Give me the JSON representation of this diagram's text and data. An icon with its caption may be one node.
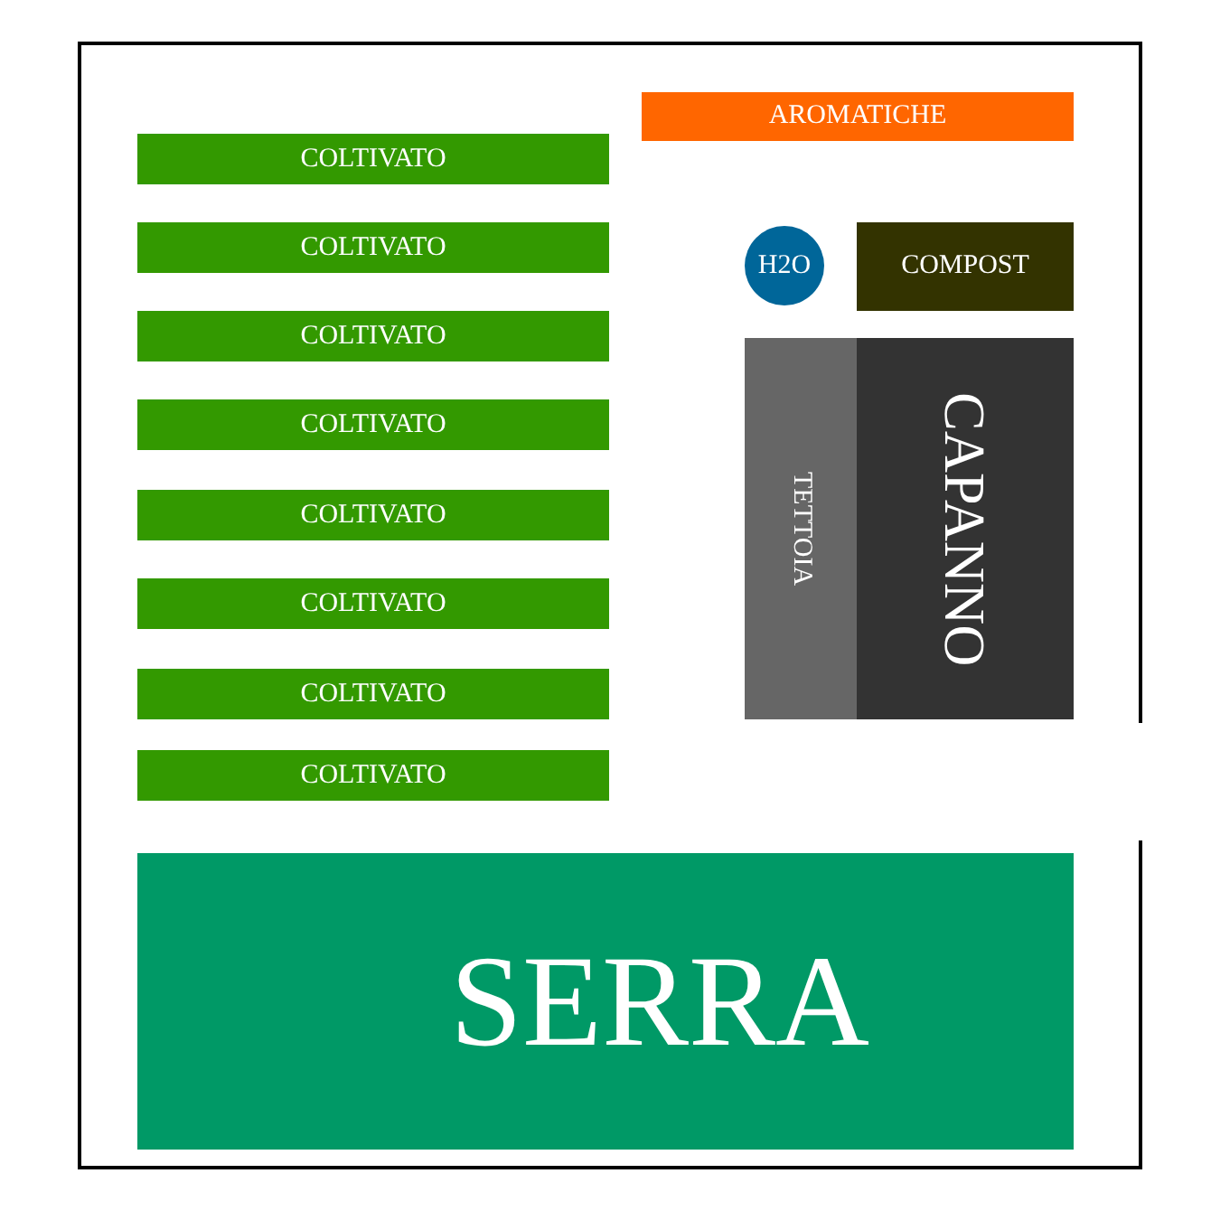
{
  "diagram": {
    "nodes": [
      {
        "text": [
          "AROMATICHE"
        ]
      },
      {
        "text": [
          "COLTIVATO"
        ]
      },
      {
        "text": [
          "H2O"
        ]
      },
      {
        "text": [
          "COMPOST"
        ]
      },
      {
        "text": [
          "COLTIVATO"
        ]
      },
      {
        "text": [
          "COLTIVATO"
        ]
      },
      {
        "text": [
          "TETTOIA"
        ]
      },
      {
        "text": [
          "CAPANNO"
        ]
      },
      {
        "text": [
          "COLTIVATO"
        ]
      },
      {
        "text": [
          "COLTIVATO"
        ]
      },
      {
        "text": [
          "COLTIVATO"
        ]
      },
      {
        "text": [
          "COLTIVATO"
        ]
      },
      {
        "text": [
          "COLTIVATO"
        ]
      },
      {
        "text": [
          "SERRA"
        ]
      }
    ]
  }
}
